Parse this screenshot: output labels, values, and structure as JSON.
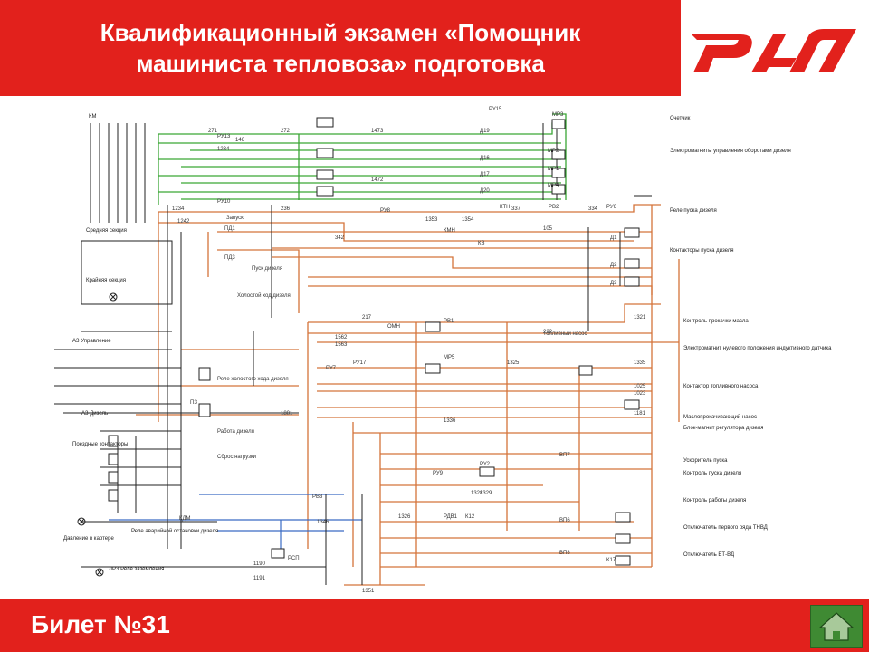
{
  "header": {
    "title_line1": "Квалификационный экзамен «Помощник",
    "title_line2": "машиниста тепловоза» подготовка"
  },
  "logo": {
    "name": "rzd-logo",
    "text": "РЖД"
  },
  "footer": {
    "ticket_label": "Билет №31"
  },
  "home_button": {
    "icon": "home-icon"
  },
  "scheme": {
    "right_labels": [
      "Счетчик",
      "Электромагниты управления оборотами дизеля",
      "Реле пуска дизеля",
      "Контакторы пуска дизеля",
      "Контроль прокачки масла",
      "Электромагнит нулевого положения индуктивного датчика",
      "Контактор топливного насоса",
      "Маслопрокачивающий насос",
      "Блок-магнит регулятора дизеля",
      "Ускоритель пуска",
      "Контроль пуска дизеля",
      "Контроль работы дизеля",
      "Отключатель первого ряда ТНВД",
      "Отключатель ЕТ-ВД"
    ],
    "left_labels": [
      "КМ",
      "Средняя секция",
      "Крайняя секция",
      "АЗ Управление",
      "АЗ Дизель",
      "Поездные контакторы",
      "Давление в картере",
      "Реле аварийной остановки дизеля",
      "ЛРЗ Реле заземления"
    ],
    "inner_labels": [
      "РУ15",
      "МР3",
      "МР2",
      "МР1",
      "МР4",
      "РУ13",
      "РУ10",
      "РУ8",
      "РУ6",
      "РВ2",
      "КТН",
      "КМН",
      "КВ",
      "Д1",
      "Д2",
      "Д3",
      "Д19",
      "Д16",
      "Д17",
      "Д20",
      "ПД1",
      "ПД3",
      "Пуск дизеля",
      "Холостой ход дизеля",
      "Запуск",
      "Топливный насос",
      "Реле холостого хода дизеля",
      "Работа дизеля",
      "Сброс нагрузки",
      "ОМН",
      "РВ1",
      "РУ7",
      "РУ17",
      "МР5",
      "РУ9",
      "РУ2",
      "ВП7",
      "ВП6",
      "ВП8",
      "К17",
      "РВ3",
      "КДМ",
      "РДВ1",
      "К12",
      "РСП",
      "ПЗ"
    ],
    "wire_numbers": [
      "271",
      "272",
      "1473",
      "1472",
      "146",
      "1234",
      "236",
      "342",
      "337",
      "334",
      "1353",
      "1354",
      "105",
      "217",
      "222",
      "1321",
      "1335",
      "1025",
      "1023",
      "1181",
      "1346",
      "1328",
      "1326",
      "1190",
      "1191",
      "1351",
      "1234",
      "1562",
      "1563",
      "1242",
      "1801",
      "1325",
      "1336",
      "1329"
    ]
  },
  "colors": {
    "banner_red": "#e2211c",
    "wire_green": "#3aa635",
    "wire_orange": "#d4733a",
    "wire_blue": "#3a6bc4",
    "wire_black": "#222222",
    "home_green": "#3f8a33"
  }
}
